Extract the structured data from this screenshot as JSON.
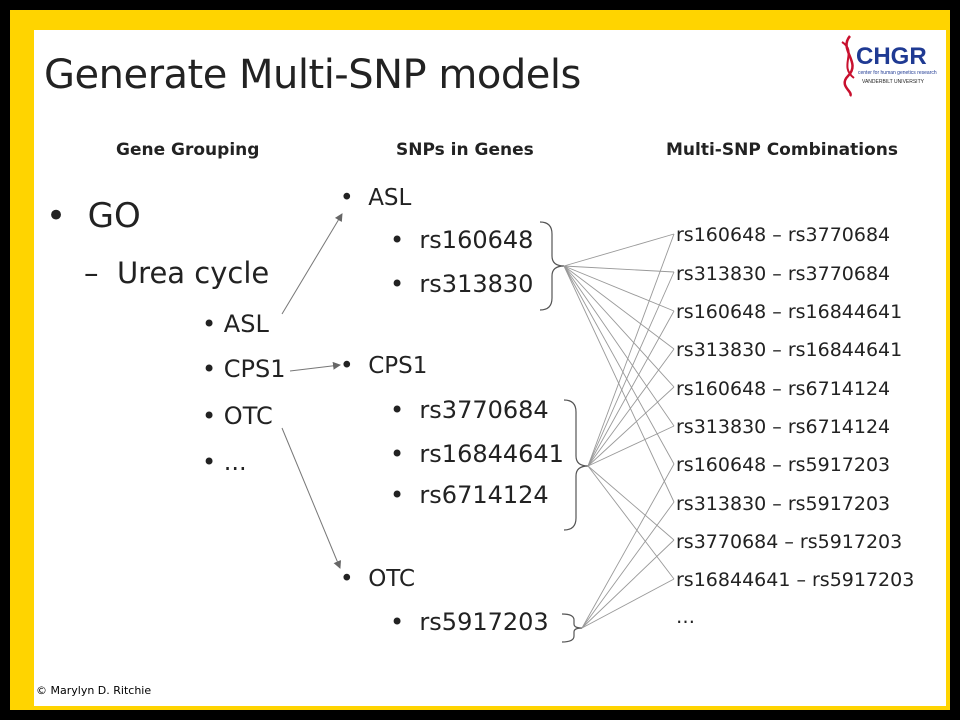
{
  "title": "Generate Multi-SNP models",
  "column_headers": {
    "gene_grouping": "Gene Grouping",
    "snps_in_genes": "SNPs in Genes",
    "combinations": "Multi-SNP Combinations"
  },
  "gene_grouping": {
    "level1": "GO",
    "level2": "Urea cycle",
    "genes": [
      "ASL",
      "CPS1",
      "OTC",
      "..."
    ]
  },
  "snps_in_genes": [
    {
      "gene": "ASL",
      "snps": [
        "rs160648",
        "rs313830"
      ]
    },
    {
      "gene": "CPS1",
      "snps": [
        "rs3770684",
        "rs16844641",
        "rs6714124"
      ]
    },
    {
      "gene": "OTC",
      "snps": [
        "rs5917203"
      ]
    }
  ],
  "combinations": [
    "rs160648 – rs3770684",
    "rs313830 – rs3770684",
    "rs160648 – rs16844641",
    "rs313830 – rs16844641",
    "rs160648 – rs6714124",
    "rs313830 – rs6714124",
    "rs160648 – rs5917203",
    "rs313830 – rs5917203",
    "rs3770684 – rs5917203",
    "rs16844641 – rs5917203",
    "…"
  ],
  "logo": {
    "text": "CHGR",
    "subtitle": "center for human genetics research",
    "university": "VANDERBILT UNIVERSITY"
  },
  "copyright": "© Marylyn D. Ritchie",
  "colors": {
    "border": "#ffd400",
    "logo_red": "#c8102e",
    "logo_blue": "#1f3a93"
  }
}
